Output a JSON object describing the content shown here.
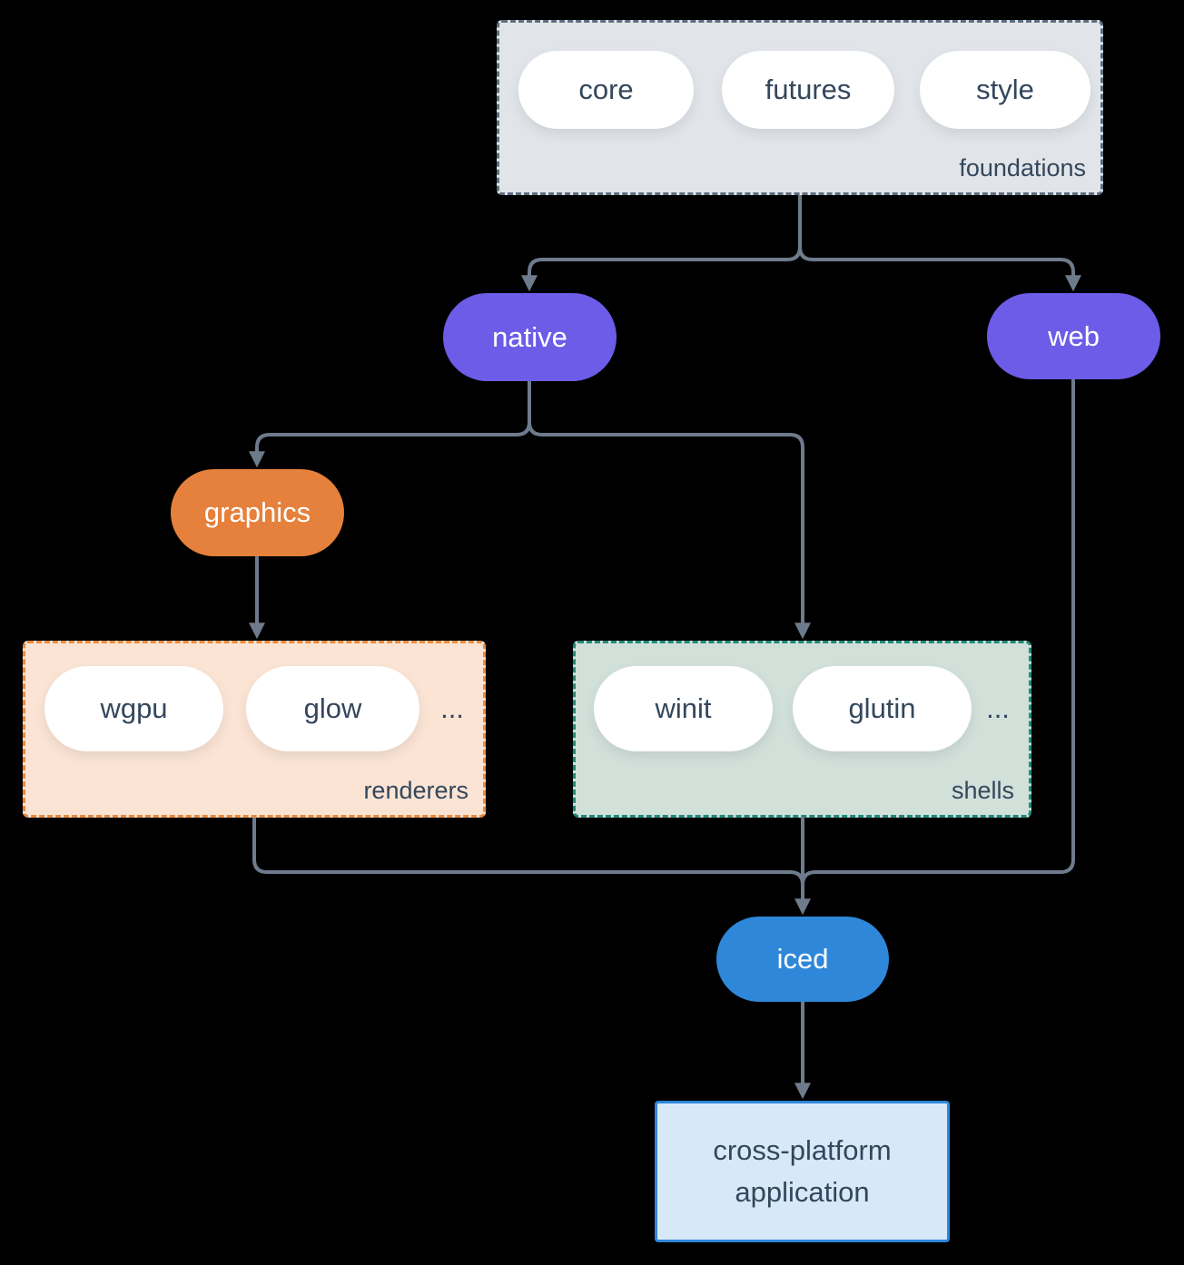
{
  "diagram": {
    "foundations": {
      "label": "foundations",
      "pills": [
        "core",
        "futures",
        "style"
      ]
    },
    "native_label": "native",
    "web_label": "web",
    "graphics_label": "graphics",
    "renderers": {
      "label": "renderers",
      "pills": [
        "wgpu",
        "glow"
      ],
      "ellipsis": "..."
    },
    "shells": {
      "label": "shells",
      "pills": [
        "winit",
        "glutin"
      ],
      "ellipsis": "..."
    },
    "iced_label": "iced",
    "app_label": "cross-platform application"
  },
  "colors": {
    "connector_line": "#6e7b8c",
    "purple_node": "#6c5ce7",
    "orange_node": "#e5813c",
    "blue_node": "#2e87d9",
    "foundations_fill": "#e1e5e9",
    "foundations_border": "#5d6e80",
    "renderers_fill": "#fbe4d4",
    "renderers_border": "#e98a3e",
    "shells_fill": "#d2e0da",
    "shells_border": "#1f8b7a",
    "app_fill": "#d7e9f9",
    "app_border": "#2e87d9",
    "dark_text": "#33475c",
    "pill_fill": "#ffffff"
  }
}
